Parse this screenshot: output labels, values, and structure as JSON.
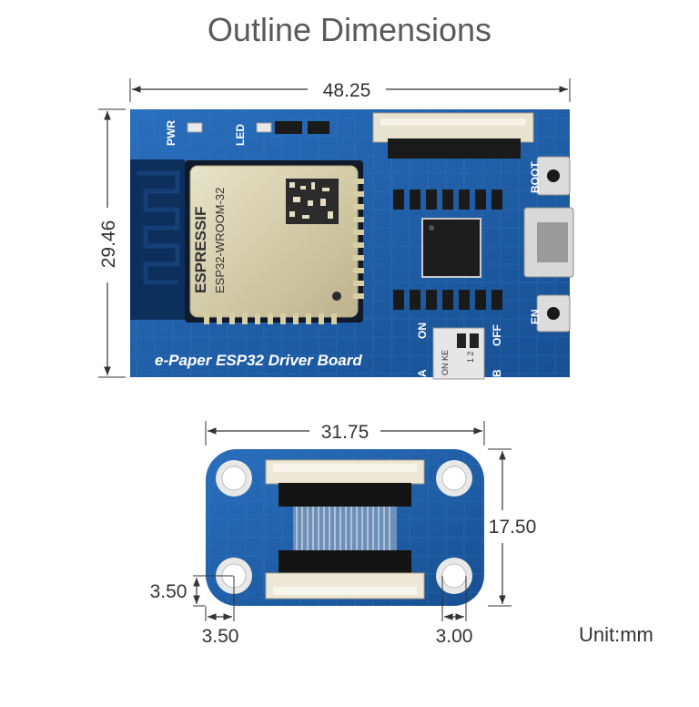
{
  "title": "Outline Dimensions",
  "unit_label": "Unit:mm",
  "main_board": {
    "silkscreen": {
      "board_name": "e-Paper ESP32 Driver Board",
      "pwr": "PWR",
      "led": "LED",
      "boot": "BOOT",
      "en": "EN",
      "on": "ON",
      "off": "OFF",
      "switch_a": "A",
      "switch_b": "B",
      "switch_on_ke": "ON KE",
      "switch_12": "1 2"
    },
    "module": {
      "brand": "ESPRESSIF",
      "model": "ESP32-WROOM-32"
    },
    "dimensions": {
      "width": "48.25",
      "height": "29.46"
    }
  },
  "adapter_board": {
    "dimensions": {
      "width": "31.75",
      "height": "17.50",
      "hole_offset_y": "3.50",
      "hole_offset_x": "3.50",
      "hole_diameter": "3.00"
    }
  },
  "colors": {
    "pcb": "#1d5ea6",
    "pcb_dark": "#0f3f7a",
    "dimension_line": "#333333",
    "title": "#5a5a5a"
  }
}
